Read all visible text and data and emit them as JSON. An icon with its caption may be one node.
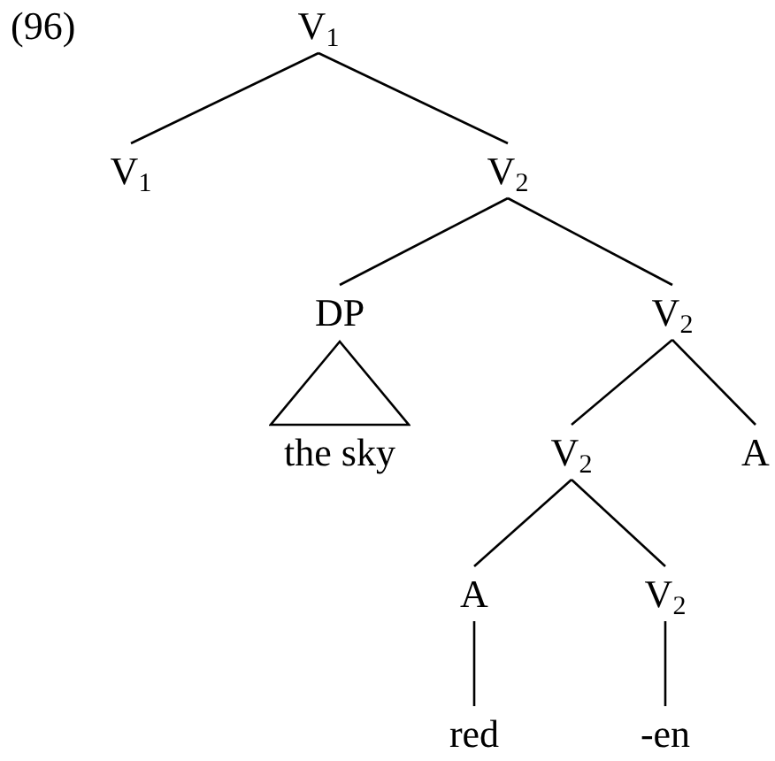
{
  "diagram": {
    "nodes": [
      {
        "text": [
          "V$_{1}$"
        ]
      },
      {
        "text": [
          "V$_{1}$"
        ]
      },
      {
        "text": [
          "V$_{2}$"
        ]
      },
      {
        "text": [
          "DP"
        ]
      },
      {
        "text": [
          "V$_{2}$"
        ]
      },
      {
        "text": [],
        "shape": "triangle"
      },
      {
        "text": [
          "the sky"
        ]
      },
      {
        "text": [
          "V$_{2}$"
        ]
      },
      {
        "text": [
          "A"
        ]
      },
      {
        "text": [
          "A"
        ]
      },
      {
        "text": [
          "V$_{2}$"
        ]
      },
      {
        "text": [
          "red"
        ]
      },
      {
        "text": [
          "-en"
        ]
      }
    ],
    "edges": [
      {
        "from": 0,
        "to": 1,
        "arrow": "none"
      },
      {
        "from": 0,
        "to": 2,
        "arrow": "none"
      },
      {
        "from": 2,
        "to": 3,
        "arrow": "none"
      },
      {
        "from": 2,
        "to": 4,
        "arrow": "none"
      },
      {
        "from": 4,
        "to": 7,
        "arrow": "none"
      },
      {
        "from": 4,
        "to": 8,
        "arrow": "none"
      },
      {
        "from": 7,
        "to": 9,
        "arrow": "none"
      },
      {
        "from": 7,
        "to": 10,
        "arrow": "none"
      },
      {
        "from": 9,
        "to": 11,
        "arrow": "none"
      },
      {
        "from": 10,
        "to": 12,
        "arrow": "none"
      }
    ],
    "labels": [
      "(96)"
    ]
  }
}
